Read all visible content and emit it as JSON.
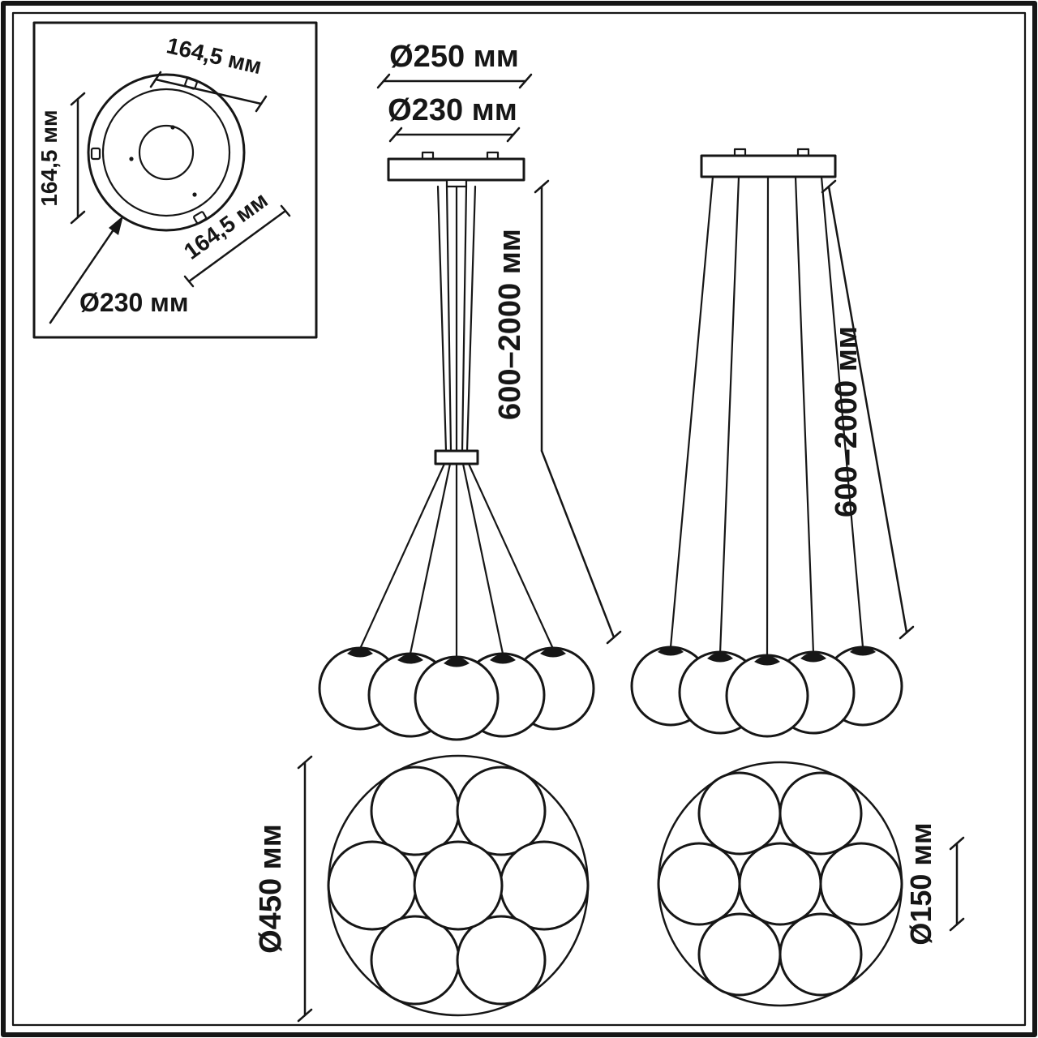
{
  "labels": {
    "inset": {
      "top": "164,5 мм",
      "left": "164,5 мм",
      "bottom": "164,5 мм",
      "diameter": "Ø230 мм"
    },
    "front_a": {
      "canopy_outer": "Ø250 мм",
      "canopy_inner": "Ø230 мм",
      "height": "600–2000 мм"
    },
    "front_b": {
      "height": "600–2000 мм"
    },
    "plan_a": {
      "diameter": "Ø450 мм"
    },
    "plan_b": {
      "globe_diameter": "Ø150 мм"
    }
  },
  "colors": {
    "line": "#161616",
    "background": "#ffffff"
  }
}
